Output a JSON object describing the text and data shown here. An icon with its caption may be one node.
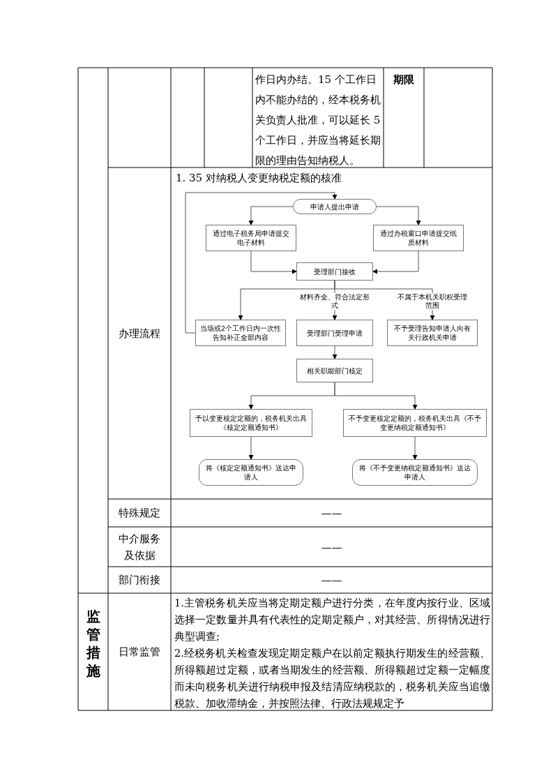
{
  "diagram": {
    "nodes": [
      {
        "text": [
          "申请人提出申请"
        ]
      },
      {
        "text": [
          "通过电子税务局申请提交电子材料"
        ]
      },
      {
        "text": [
          "通过办税窗口申请提交纸质材料"
        ]
      },
      {
        "text": [
          "受理部门接收"
        ]
      },
      {
        "text": [
          "当场或2个工作日内一次性告知补正全部内容"
        ]
      },
      {
        "text": [
          "受理部门受理申请"
        ]
      },
      {
        "text": [
          "不予受理告知申请人向有关行政机关申请"
        ]
      },
      {
        "text": [
          "相关职能部门核定"
        ]
      },
      {
        "text": [
          "予以变更核定定额的，税务机关出具《核定定额通知书》"
        ]
      },
      {
        "text": [
          "不予变更核定定额的，税务机关出具《不予变更纳税定额通知书》"
        ]
      },
      {
        "text": [
          "将《核定定额通知书》送达申请人"
        ]
      },
      {
        "text": [
          "将《不予变更纳税定额通知书》送达申请人"
        ]
      }
    ],
    "edges": [
      {
        "from": 0,
        "to": 1,
        "arrow": "to"
      },
      {
        "from": 0,
        "to": 2,
        "arrow": "to"
      },
      {
        "from": 1,
        "to": 3,
        "arrow": "to"
      },
      {
        "from": 2,
        "to": 3,
        "arrow": "to"
      },
      {
        "from": 3,
        "to": 4,
        "arrow": "to"
      },
      {
        "from": 3,
        "to": 5,
        "arrow": "to",
        "label": "材料齐全、符合法定形式"
      },
      {
        "from": 3,
        "to": 6,
        "arrow": "to",
        "label": "不属于本机关职权受理范围"
      },
      {
        "from": 4,
        "to": 0,
        "arrow": "to"
      },
      {
        "from": 5,
        "to": 7,
        "arrow": "to"
      },
      {
        "from": 7,
        "to": 8,
        "arrow": "to"
      },
      {
        "from": 7,
        "to": 9,
        "arrow": "to"
      },
      {
        "from": 8,
        "to": 10,
        "arrow": "to"
      },
      {
        "from": 9,
        "to": 11,
        "arrow": "to"
      }
    ],
    "labels": [
      "作日内办结。15 个工作日内不能办结的，经本税务机关负责人批准，可以延长 5 个工作日，并应当将延长期限的理由告知纳税人。",
      "期限",
      "1. 35 对纳税人变更纳税定额的核准",
      "办理流程",
      "特殊规定",
      "——",
      "中介服务及依据",
      "——",
      "部门衔接",
      "——",
      "监管措施",
      "日常监管",
      "1.主管税务机关应当将定期定额户进行分类，在年度内按行业、区域选择一定数量并具有代表性的定期定额户，对其经营、所得情况进行典型调查;",
      "2.经税务机关检查发现定期定额户在以前定额执行期发生的经营额、所得额超过定额，或者当期发生的经营额、所得额超过定额一定幅度而未向税务机关进行纳税申报及结清应纳税款的，税务机关应当追缴税款、加收滞纳金，并按照法律、行政法规规定予"
    ]
  }
}
